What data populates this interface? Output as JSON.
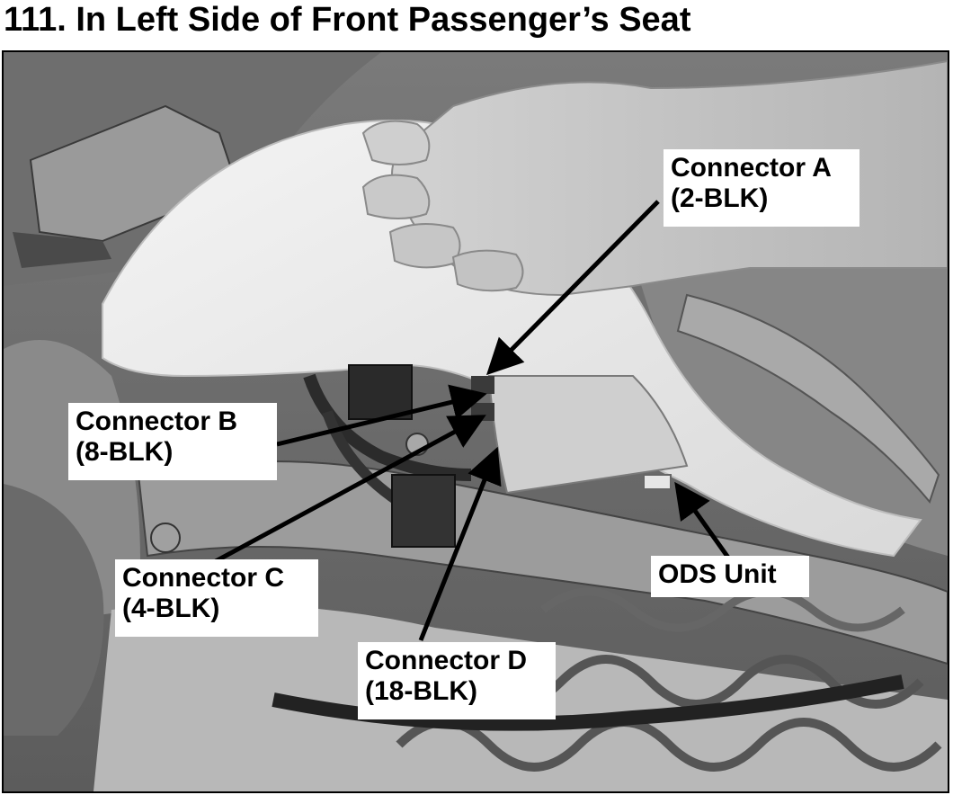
{
  "title": "111. In Left Side of Front Passenger’s Seat",
  "callouts": {
    "a": {
      "name": "Connector A",
      "code": "(2-BLK)"
    },
    "b": {
      "name": "Connector B",
      "code": "(8-BLK)"
    },
    "c": {
      "name": "Connector C",
      "code": "(4-BLK)"
    },
    "d": {
      "name": "Connector D",
      "code": "(18-BLK)"
    },
    "ods": {
      "name": "ODS Unit"
    }
  },
  "colors": {
    "arrow": "#000000",
    "label_bg": "#ffffff"
  }
}
